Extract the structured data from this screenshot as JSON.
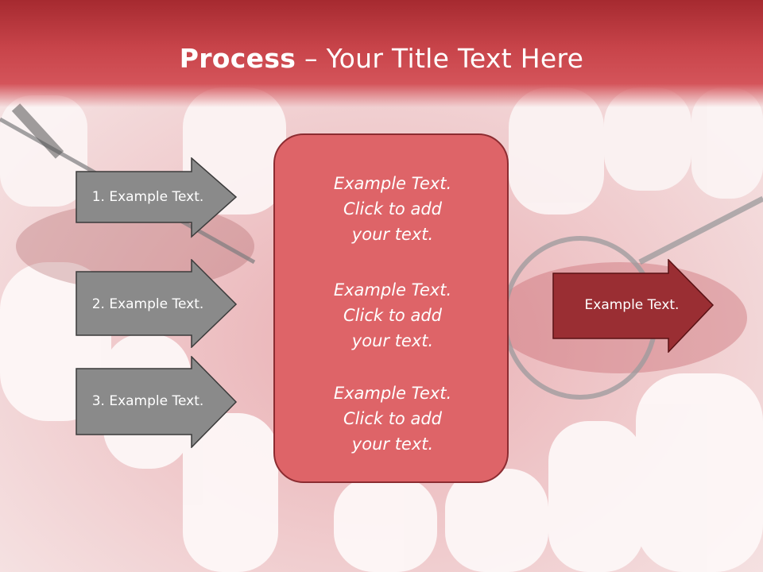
{
  "slide": {
    "title_bold": "Process",
    "title_rest": " – Your Title Text Here"
  },
  "left_arrows": [
    {
      "label": "1. Example Text."
    },
    {
      "label": "2. Example Text."
    },
    {
      "label": "3. Example Text."
    }
  ],
  "center_box": {
    "blocks": [
      {
        "line1": "Example Text.",
        "line2": "Click  to add",
        "line3": "your text."
      },
      {
        "line1": "Example Text.",
        "line2": "Click  to add",
        "line3": "your text."
      },
      {
        "line1": "Example Text.",
        "line2": "Click  to add",
        "line3": "your text."
      }
    ]
  },
  "right_arrow": {
    "label": "Example Text."
  },
  "colors": {
    "title_band": "#c8444a",
    "gray_arrow_fill": "#8a8a8a",
    "center_box_fill": "#de6468",
    "right_arrow_fill": "#9a2e33"
  }
}
